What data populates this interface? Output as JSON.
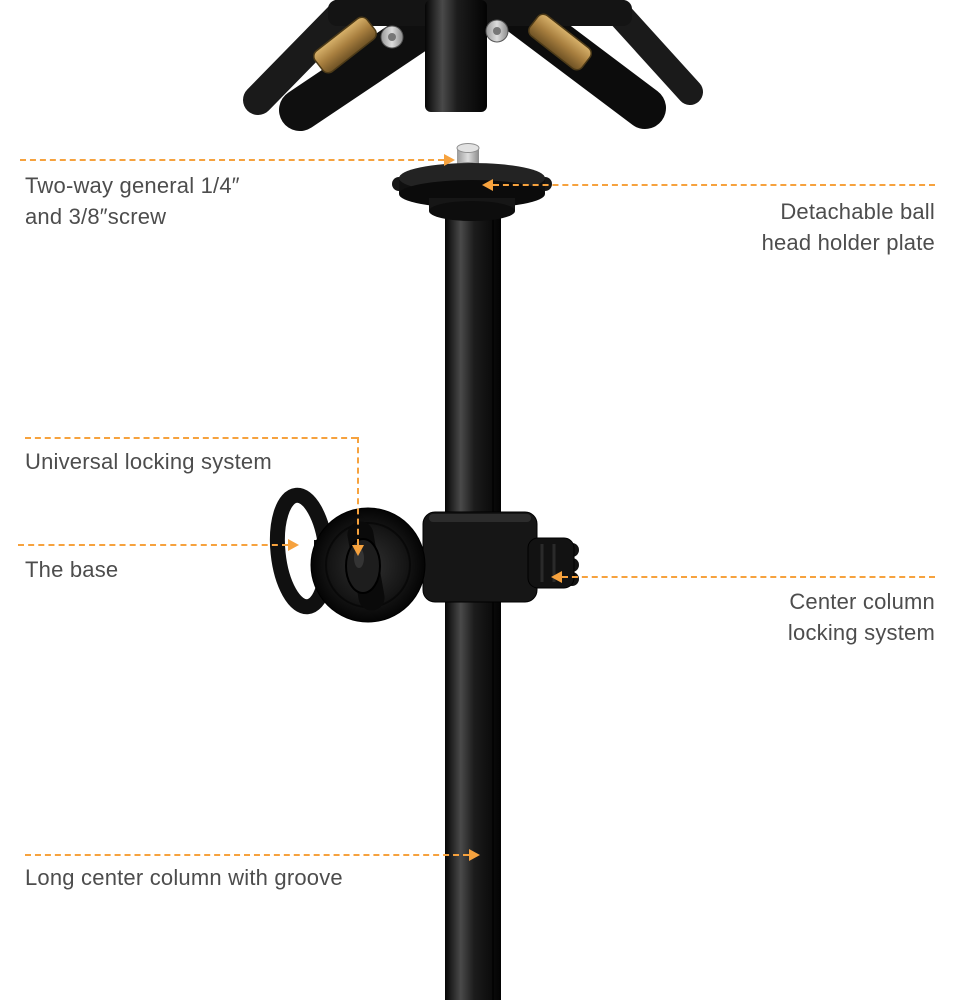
{
  "labels": {
    "two_way_screw": {
      "line1": "Two-way general 1/4″",
      "line2": "and 3/8″screw"
    },
    "detachable_plate": {
      "line1": "Detachable ball",
      "line2": "head holder plate"
    },
    "universal_locking": "Universal locking system",
    "the_base": "The base",
    "center_column_locking": {
      "line1": "Center column",
      "line2": "locking system"
    },
    "long_center_column": "Long center column with groove"
  },
  "illustration": {
    "subject": "tripod center column with locking clamp",
    "parts": [
      "mounting screw",
      "ball head holder plate",
      "universal locking clamp",
      "base ring handle",
      "center column locking knob",
      "long center column with groove"
    ]
  },
  "colors": {
    "leader_orange": "#F6A23E",
    "label_text": "#4D4D4D",
    "product_black": "#121212",
    "gold_lock": "#B08D4F",
    "silver_screw": "#C6C6C6",
    "background": "#FFFFFF"
  }
}
